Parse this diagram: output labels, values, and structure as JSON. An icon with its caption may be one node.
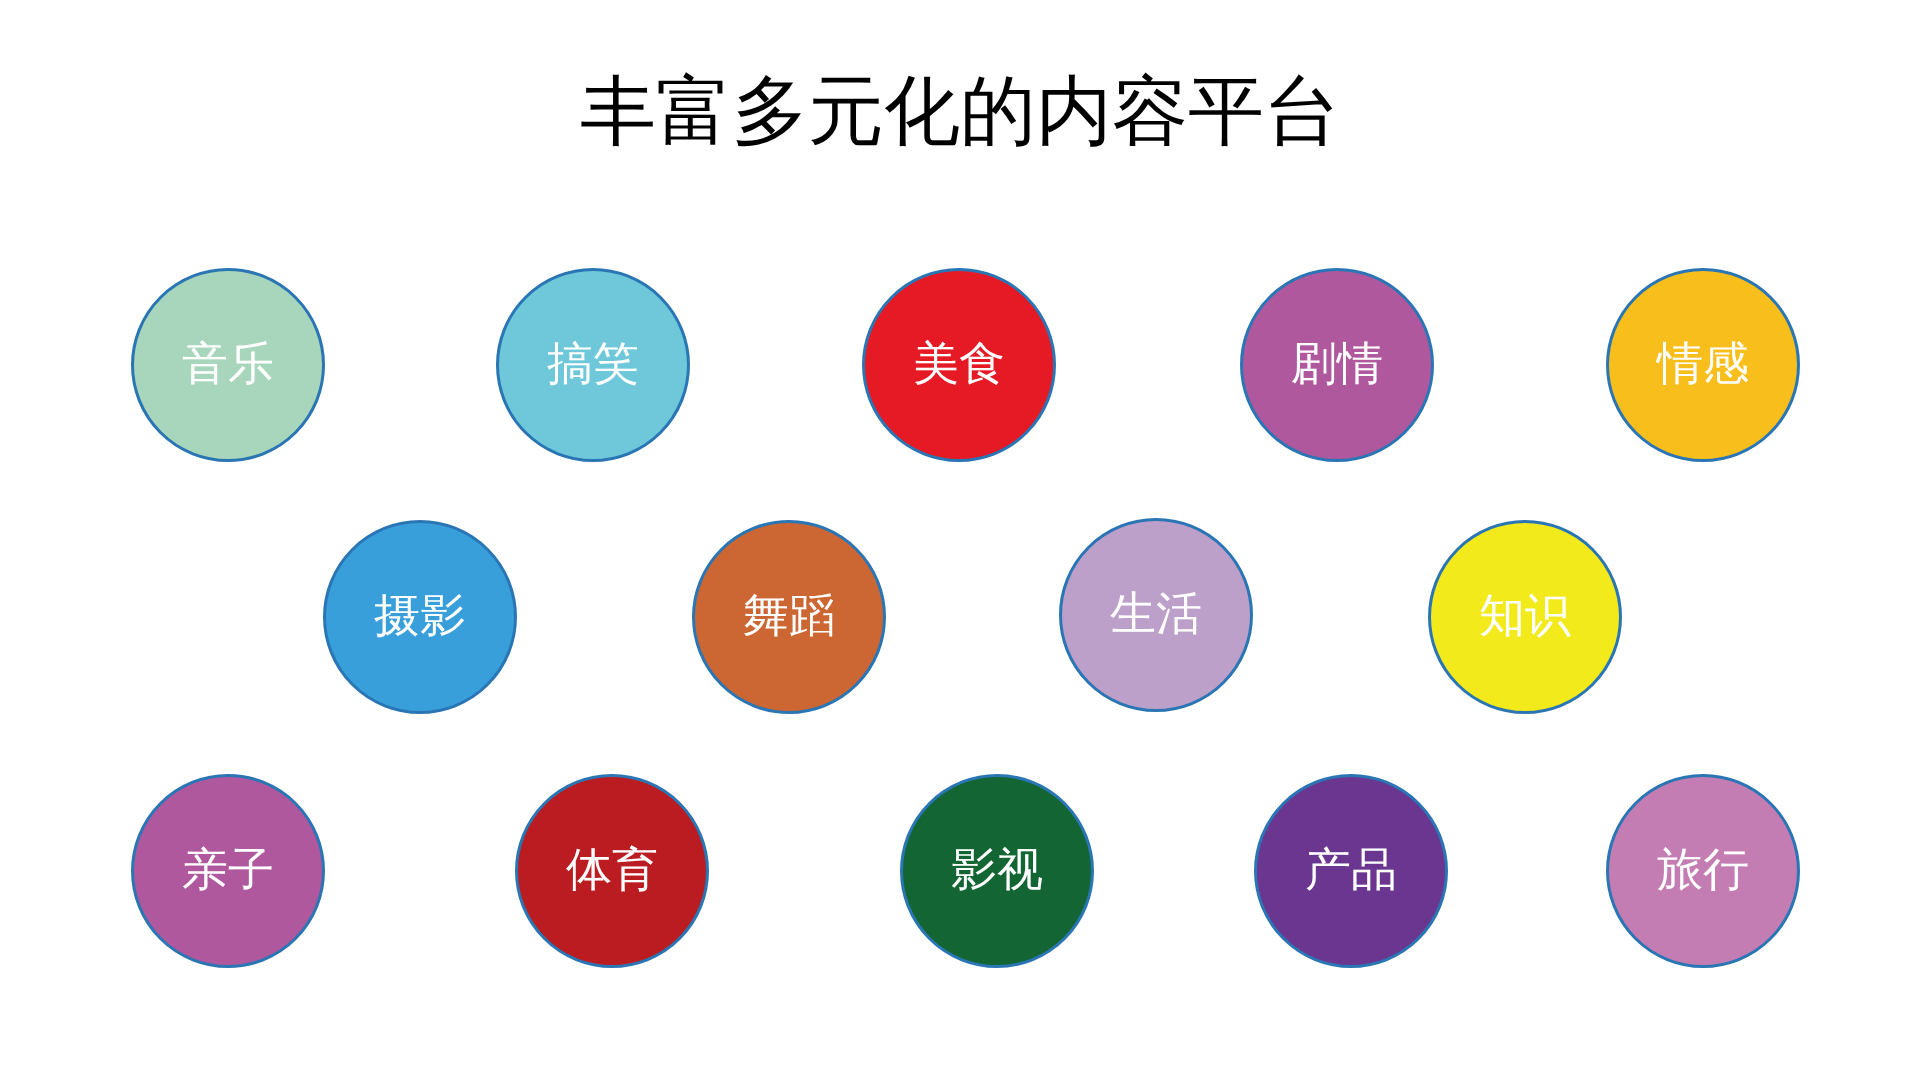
{
  "diagram": {
    "title": "丰富多元化的内容平台",
    "nodes": [
      {
        "text": [
          "音乐"
        ]
      },
      {
        "text": [
          "搞笑"
        ]
      },
      {
        "text": [
          "美食"
        ]
      },
      {
        "text": [
          "剧情"
        ]
      },
      {
        "text": [
          "情感"
        ]
      },
      {
        "text": [
          "摄影"
        ]
      },
      {
        "text": [
          "舞蹈"
        ]
      },
      {
        "text": [
          "生活"
        ]
      },
      {
        "text": [
          "知识"
        ]
      },
      {
        "text": [
          "亲子"
        ]
      },
      {
        "text": [
          "体育"
        ]
      },
      {
        "text": [
          "影视"
        ]
      },
      {
        "text": [
          "产品"
        ]
      },
      {
        "text": [
          "旅行"
        ]
      }
    ],
    "edges": []
  }
}
